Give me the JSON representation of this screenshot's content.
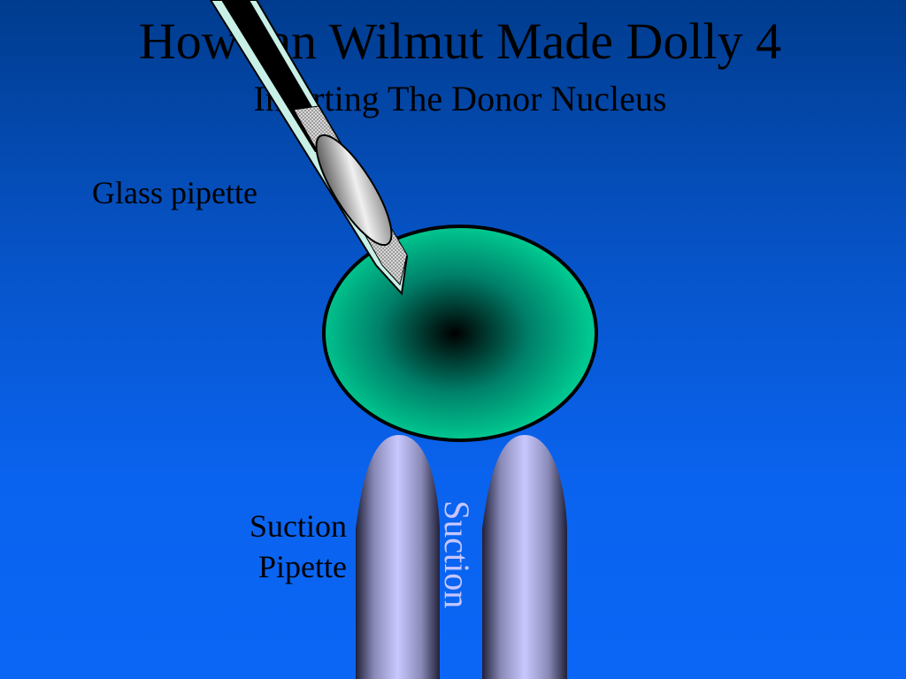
{
  "slide": {
    "title": "How Ian Wilmut Made Dolly 4",
    "subtitle": "Inserting The Donor Nucleus"
  },
  "labels": {
    "glass_pipette": "Glass pipette",
    "suction_pipette_line1": "Suction",
    "suction_pipette_line2": "Pipette",
    "suction_arrow_text": "Suction"
  },
  "colors": {
    "background_top": "#003c8e",
    "background_bottom": "#0b66f6",
    "cell_fill": "#00c890",
    "cell_center": "#000000",
    "pipette_glass": "#c8f0e6",
    "suction_pipette": "#c8c8ff",
    "suction_text": "#c6c6ff"
  }
}
